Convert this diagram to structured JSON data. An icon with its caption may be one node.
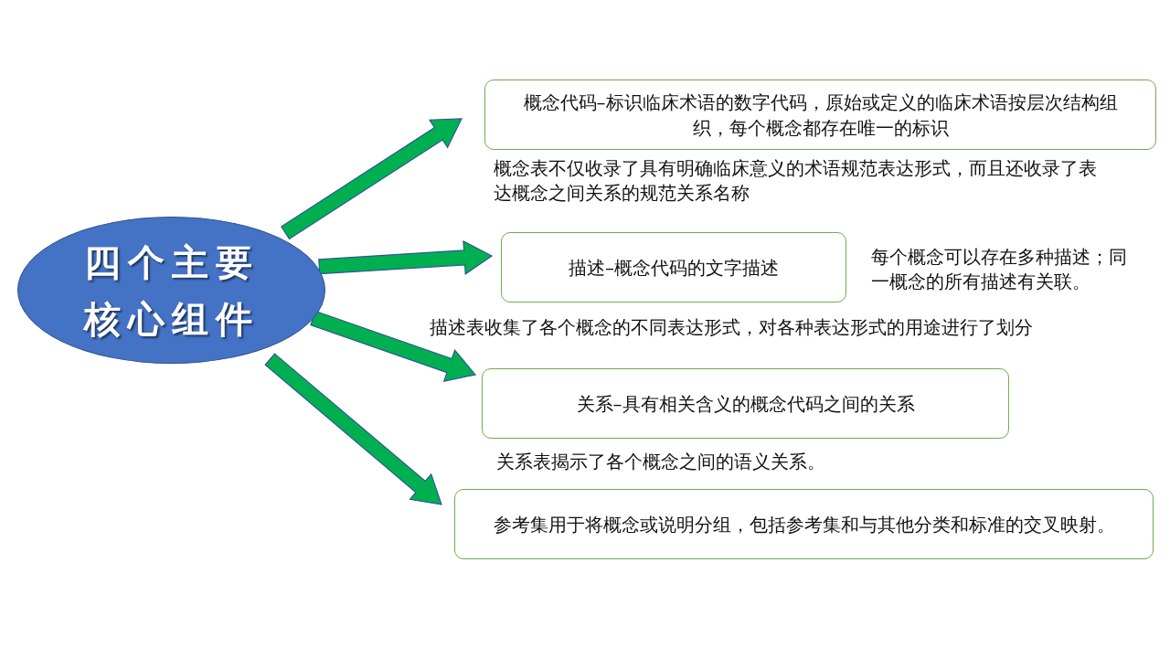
{
  "diagram": {
    "nodes": [
      {
        "text": [
          "四个主要核心组件"
        ]
      },
      {
        "text": [
          "概念代码–标识临床术语的数字代码，原始或定义的临床术语按层次结构组织，每个概念都存在唯一的标识"
        ]
      },
      {
        "text": [
          "描述–概念代码的文字描述"
        ],
        "beside": [
          "每个概念可以存在多种描述；同一概念的所有描述有关联。"
        ]
      },
      {
        "text": [
          "关系–具有相关含义的概念代码之间的关系"
        ]
      },
      {
        "text": [
          "参考集用于将概念或说明分组，包括参考集和与其他分类和标准的交叉映射。"
        ]
      }
    ],
    "edges": [
      {
        "from": 0,
        "to": 1,
        "arrow": "to"
      },
      {
        "from": 0,
        "to": 2,
        "arrow": "to"
      },
      {
        "from": 0,
        "to": 3,
        "arrow": "to"
      },
      {
        "from": 0,
        "to": 4,
        "arrow": "to"
      }
    ],
    "labels": [
      "概念表不仅收录了具有明确临床意义的术语规范表达形式，而且还收录了表达概念之间关系的规范关系名称",
      "描述表收集了各个概念的不同表达形式，对各种表达形式的用途进行了划分",
      "关系表揭示了各个概念之间的语义关系。"
    ]
  }
}
